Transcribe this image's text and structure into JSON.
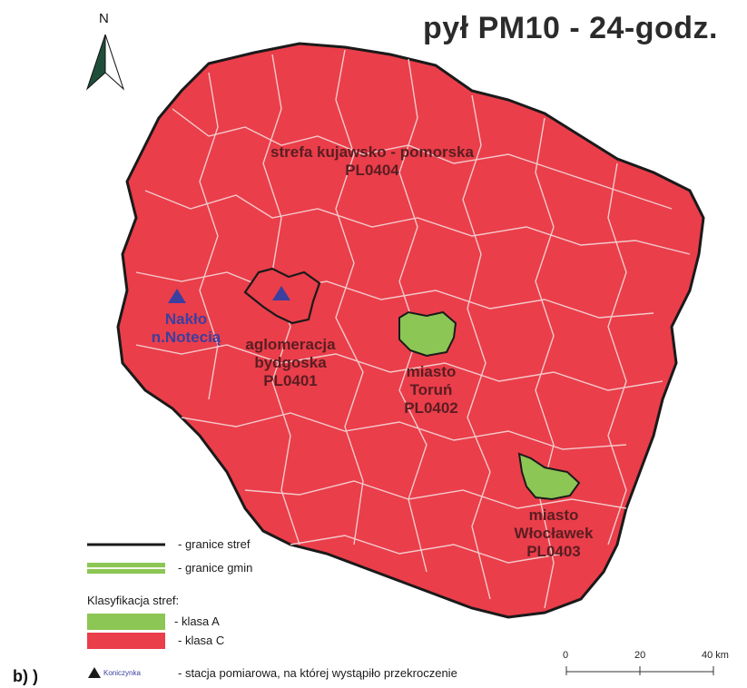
{
  "title": "pył PM10 - 24-godz.",
  "panel_label": "b)   )",
  "north_label": "N",
  "zones": {
    "main": {
      "line1": "strefa kujawsko - pomorska",
      "line2": "PL0404"
    },
    "bydgoszcz": {
      "line1": "aglomeracja",
      "line2": "bydgoska",
      "line3": "PL0401"
    },
    "torun": {
      "line1": "miasto",
      "line2": "Toruń",
      "line3": "PL0402"
    },
    "wloclawek": {
      "line1": "miasto",
      "line2": "Włocławek",
      "line3": "PL0403"
    }
  },
  "stations": {
    "naklo": {
      "line1": "Nakło",
      "line2": "n.Notecią"
    }
  },
  "legend": {
    "zone_border": "- granice stref",
    "gmina_border": "- granice gmin",
    "classification_title": "Klasyfikacja stref:",
    "class_a": "- klasa A",
    "class_c": "- klasa C",
    "station_sample": "Koniczynka",
    "station_desc": "- stacja pomiarowa, na której wystąpiło przekroczenie"
  },
  "scale": {
    "t0": "0",
    "t1": "20",
    "t2": "40 km"
  },
  "colors": {
    "class_c": "#ea3e4a",
    "class_a": "#8cc654",
    "border": "#1a1a1a",
    "gmina_lines": "#f5d9d9",
    "station": "#3b3fa0"
  }
}
